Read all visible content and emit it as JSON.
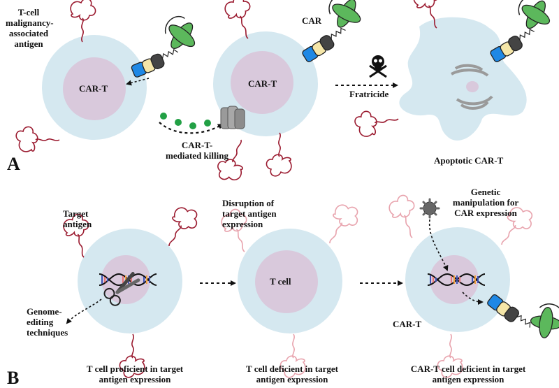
{
  "panel_a": {
    "letter": "A",
    "antigen_label": [
      "T-cell",
      "malignancy-",
      "associated",
      "antigen"
    ],
    "cell_left_label": "CAR-T",
    "cell_mid_label": "CAR-T",
    "car_label": "CAR",
    "fratricide_label": "Fratricide",
    "killing_label": [
      "CAR-T-",
      "mediated killing"
    ],
    "apoptotic_label": "Apoptotic CAR-T"
  },
  "panel_b": {
    "letter": "B",
    "target_antigen_label": [
      "Target",
      "antigen"
    ],
    "genome_editing_label": [
      "Genome-",
      "editing",
      "techniques"
    ],
    "disruption_label": [
      "Disruption of",
      "target antigen",
      "expression"
    ],
    "t_cell_label": "T cell",
    "genetic_manipulation_label": [
      "Genetic",
      "manipulation for",
      "CAR expression"
    ],
    "car_t_label": "CAR-T",
    "caption_left": [
      "T cell proficient in target",
      "antigen expression"
    ],
    "caption_mid": [
      "T cell deficient in target",
      "antigen expression"
    ],
    "caption_right": [
      "CAR-T cell deficient in target",
      "antigen expression"
    ]
  },
  "colors": {
    "cell_fill": "#d5e8f0",
    "nucleus_fill": "#d9c9dc",
    "antigen_stroke": "#9b1b30",
    "antigen_faded": "#e8a3ad",
    "car_blue": "#1e88e5",
    "car_yellow": "#f5e6a8",
    "car_dark": "#444444",
    "scfv_green": "#5cb85c",
    "granzyme_green": "#22a045"
  }
}
